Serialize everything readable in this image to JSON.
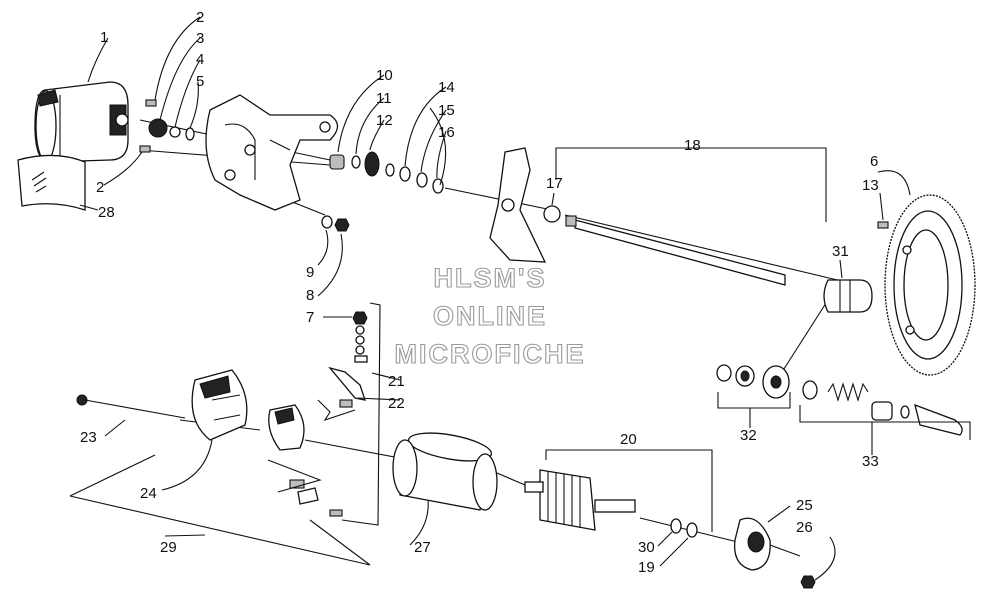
{
  "callouts": {
    "c1": "1",
    "c2a": "2",
    "c2b": "2",
    "c3": "3",
    "c4": "4",
    "c5": "5",
    "c6": "6",
    "c7": "7",
    "c8": "8",
    "c9": "9",
    "c10": "10",
    "c11": "11",
    "c12": "12",
    "c13": "13",
    "c14": "14",
    "c15": "15",
    "c16": "16",
    "c17": "17",
    "c18": "18",
    "c19": "19",
    "c20": "20",
    "c21": "21",
    "c22": "22",
    "c23": "23",
    "c24": "24",
    "c25": "25",
    "c26": "26",
    "c27": "27",
    "c28": "28",
    "c29": "29",
    "c30": "30",
    "c31": "31",
    "c32": "32",
    "c33": "33"
  },
  "watermark": {
    "line1": "HLSM'S",
    "line2": "ONLINE",
    "line3": "MICROFICHE"
  }
}
